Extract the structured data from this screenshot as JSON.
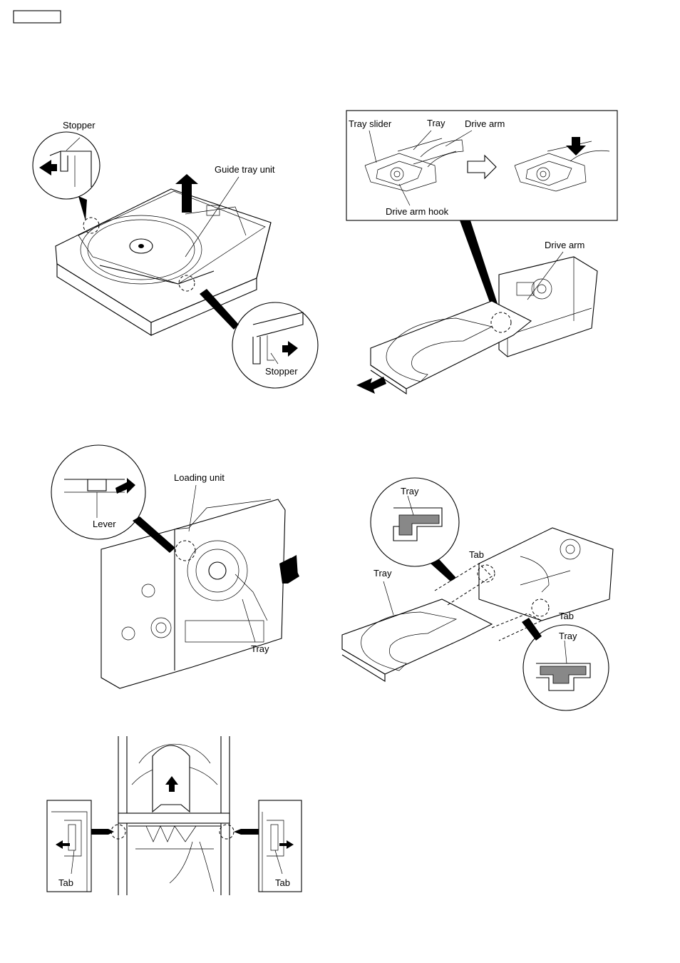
{
  "header": {
    "tag_box": ""
  },
  "figure1": {
    "callout_top": "Stopper",
    "callout_bottom": "Stopper",
    "part_label": "Guide tray unit"
  },
  "figure2": {
    "inset": {
      "tray_slider": "Tray slider",
      "tray": "Tray",
      "drive_arm": "Drive arm",
      "drive_arm_hook": "Drive arm hook"
    },
    "main_label": "Drive arm"
  },
  "figure3": {
    "loading_unit": "Loading unit",
    "lever": "Lever",
    "tray": "Tray"
  },
  "figure4": {
    "callout_top": "Tray",
    "tab_top": "Tab",
    "tray_main": "Tray",
    "tab_right": "Tab",
    "callout_bottom": "Tray"
  },
  "figure5": {
    "tab_left": "Tab",
    "tab_right": "Tab"
  }
}
